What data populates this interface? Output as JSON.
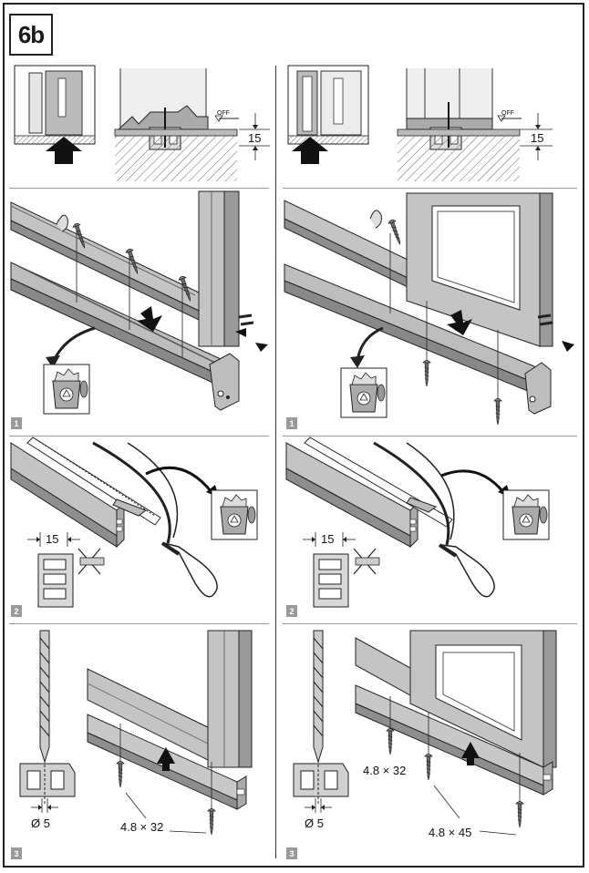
{
  "page_label": "6b",
  "off_label": "OFF",
  "gap_dim": "15",
  "cut_dim": "15",
  "drill_dim": "Ø 5",
  "screw_short": "4.8 × 32",
  "screw_long": "4.8 × 45",
  "steps": [
    "1",
    "2",
    "3"
  ],
  "colors": {
    "profile": "#bdbdbd",
    "profile_dark": "#8a8a8a",
    "line": "#222222",
    "hatch": "#555555"
  }
}
